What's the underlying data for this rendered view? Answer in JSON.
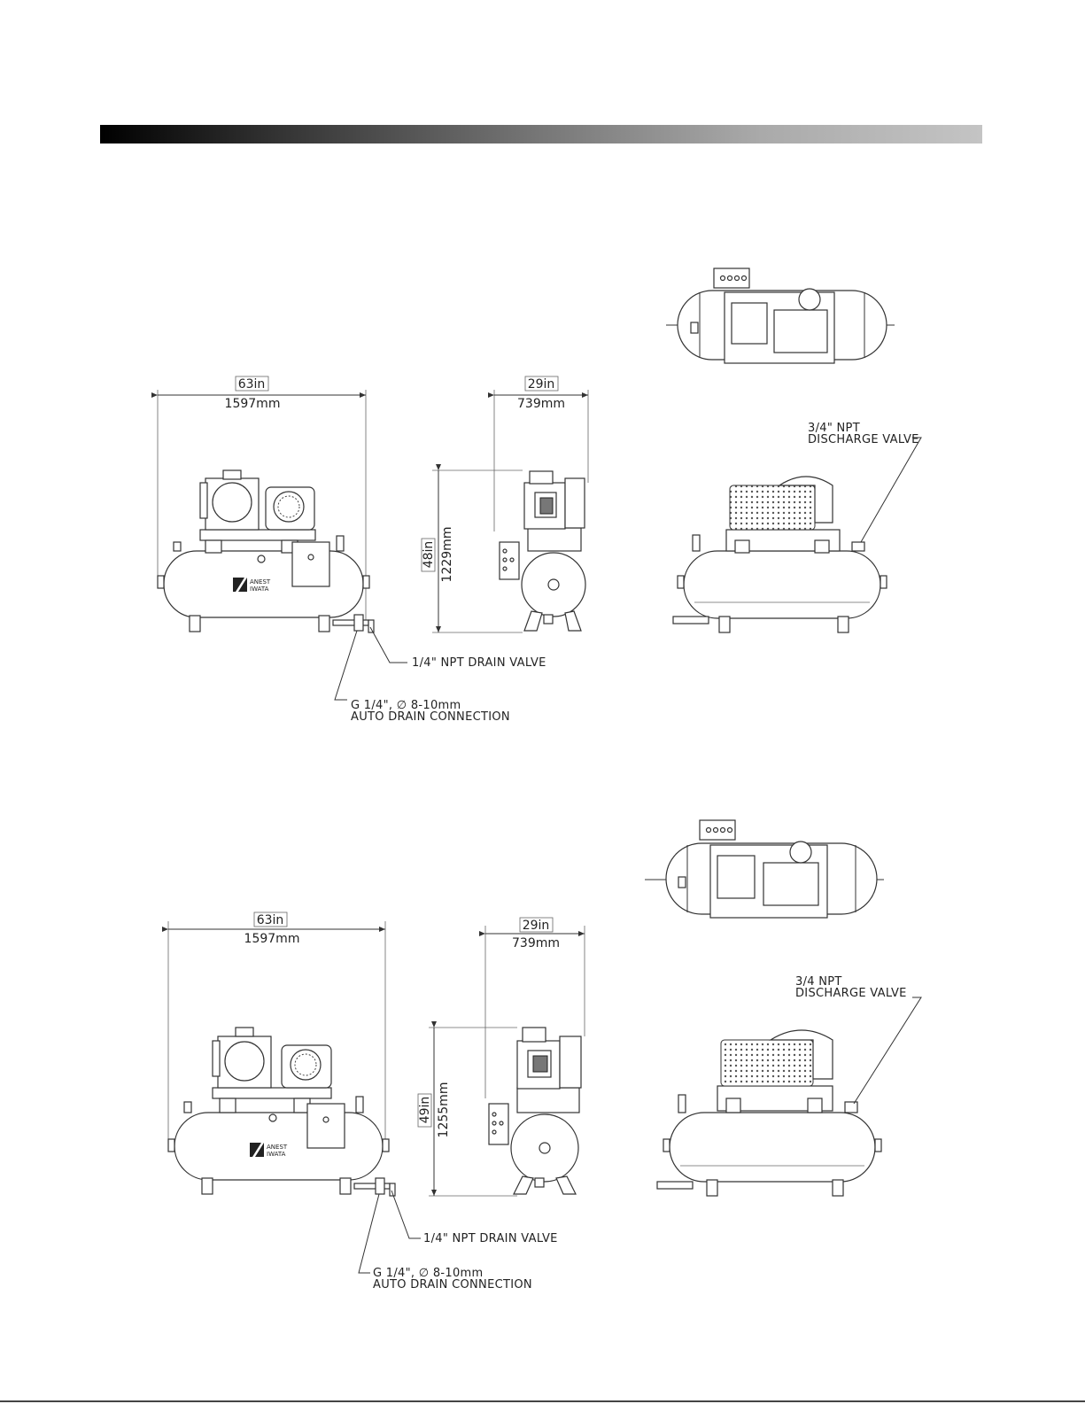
{
  "views": [
    {
      "front": {
        "width_in": "63in",
        "width_mm": "1597mm"
      },
      "side": {
        "width_in": "29in",
        "width_mm": "739mm",
        "height_in": "48in",
        "height_mm": "1229mm"
      },
      "drain_valve": "1/4\" NPT DRAIN VALVE",
      "auto_drain_line1": "G 1/4\", ∅ 8-10mm",
      "auto_drain_line2": "AUTO DRAIN CONNECTION",
      "discharge_line1": "3/4\" NPT",
      "discharge_line2": "DISCHARGE VALVE"
    },
    {
      "front": {
        "width_in": "63in",
        "width_mm": "1597mm"
      },
      "side": {
        "width_in": "29in",
        "width_mm": "739mm",
        "height_in": "49in",
        "height_mm": "1255mm"
      },
      "drain_valve": "1/4\" NPT DRAIN VALVE",
      "auto_drain_line1": "G 1/4\",  ∅ 8-10mm",
      "auto_drain_line2": "AUTO DRAIN CONNECTION",
      "discharge_line1": "3/4 NPT",
      "discharge_line2": "DISCHARGE VALVE"
    }
  ],
  "logo_text": [
    "ANEST",
    "IWATA"
  ],
  "colors": {
    "ink": "#222222",
    "bar_start": "#000000",
    "bar_end": "#c4c4c4"
  }
}
